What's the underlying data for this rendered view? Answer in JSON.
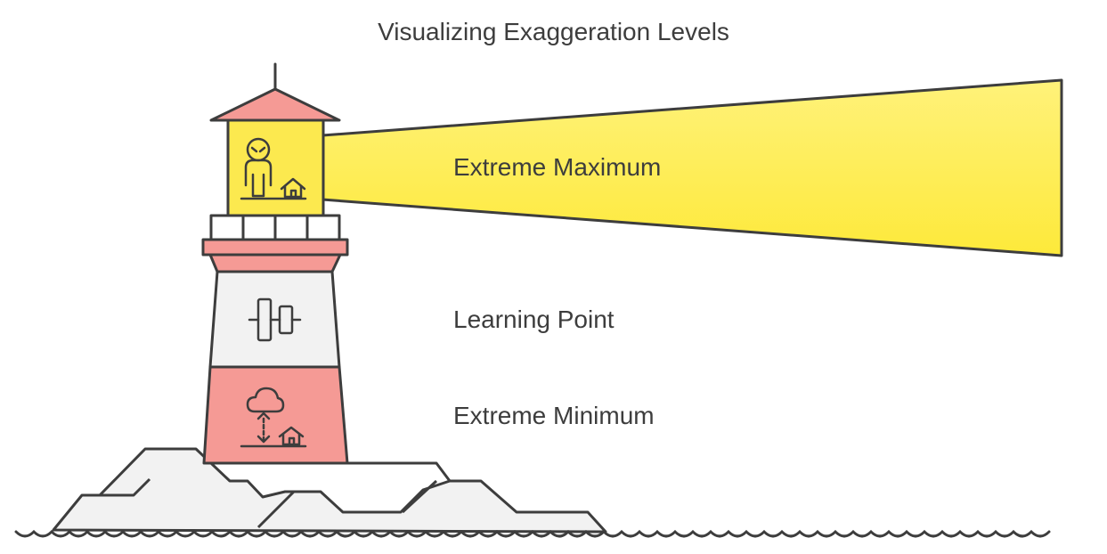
{
  "title": "Visualizing Exaggeration Levels",
  "levels": [
    {
      "label": "Extreme Maximum",
      "icon": "person-with-house-icon"
    },
    {
      "label": "Learning Point",
      "icon": "alignment-icon"
    },
    {
      "label": "Extreme Minimum",
      "icon": "cloud-down-house-icon"
    }
  ],
  "colors": {
    "stroke": "#3d3d3d",
    "red": "#f59a95",
    "yellow": "#fce94f",
    "white_band": "#f2f2f2",
    "rocks": "#f2f2f2"
  }
}
